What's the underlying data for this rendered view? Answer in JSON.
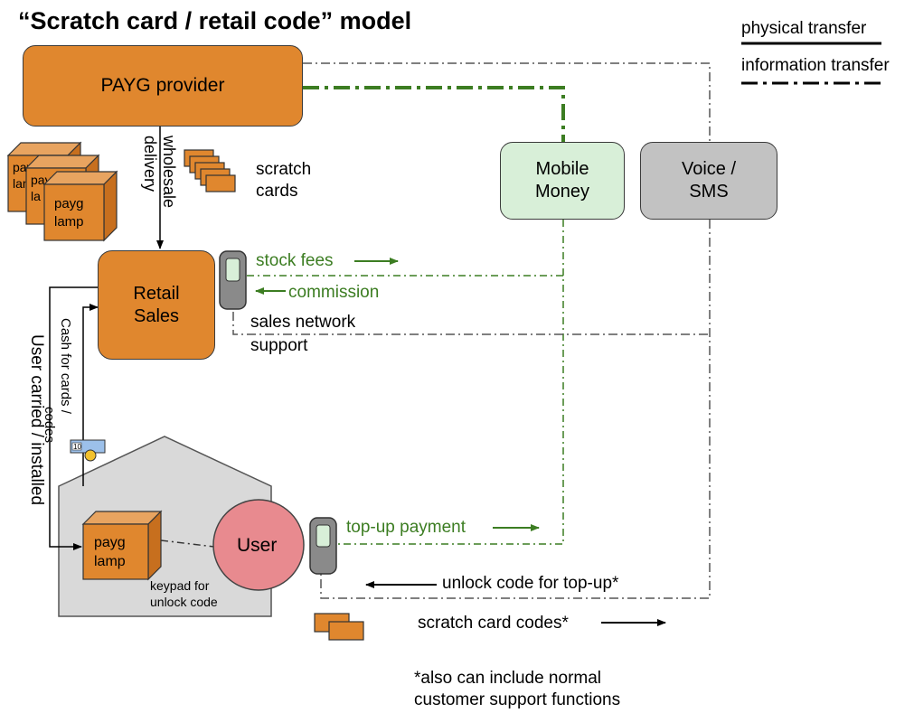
{
  "title": "“Scratch card / retail code” model",
  "legend": {
    "physical": "physical transfer",
    "information": "information transfer"
  },
  "nodes": {
    "provider": "PAYG provider",
    "mobile_money": [
      "Mobile",
      "Money"
    ],
    "voice_sms": [
      "Voice /",
      "SMS"
    ],
    "retail": [
      "Retail",
      "Sales"
    ],
    "user": "User"
  },
  "lamp_label": [
    "payg",
    "lamp"
  ],
  "lamp_stack_partial": [
    [
      "pay",
      "lam"
    ],
    [
      "pay",
      "la"
    ]
  ],
  "labels": {
    "wholesale": [
      "wholesale",
      "delivery"
    ],
    "scratch_cards": [
      "scratch",
      "cards"
    ],
    "stock_fees": "stock fees",
    "commission": "commission",
    "sales_network": [
      "sales network",
      "support"
    ],
    "cash_for_cards": [
      "Cash for cards /",
      "codes"
    ],
    "user_carried": "User carried / installed",
    "banknote_value": "10",
    "keypad": [
      "keypad for",
      "unlock code"
    ],
    "top_up": "top-up payment",
    "unlock_code": "unlock code for top-up*",
    "scratch_codes": "scratch card codes*",
    "footnote": [
      "*also can include normal",
      "customer support functions"
    ]
  },
  "colors": {
    "orange": "#e0872e",
    "green_text": "#3c7d22",
    "mobile_money_fill": "#d8efd8",
    "voice_fill": "#c2c2c2",
    "user_fill": "#e88a8f",
    "house_fill": "#d9d9d9"
  }
}
